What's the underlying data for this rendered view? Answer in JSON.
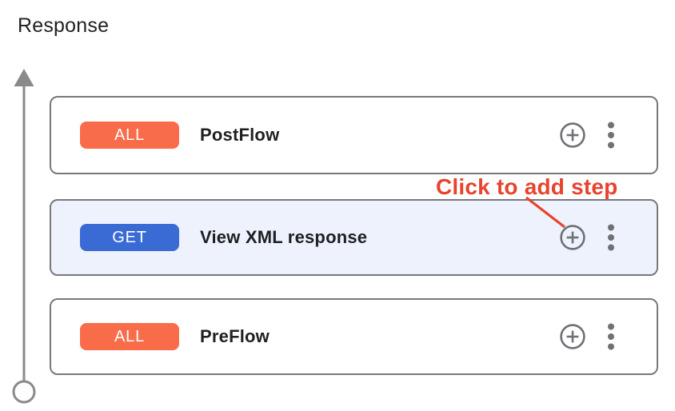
{
  "page": {
    "title": "Response"
  },
  "flow": {
    "cards": [
      {
        "method": "ALL",
        "label": "PostFlow",
        "badge_color": "#f96c4a",
        "selected": false
      },
      {
        "method": "GET",
        "label": "View XML response",
        "badge_color": "#3a6bd5",
        "selected": true
      },
      {
        "method": "ALL",
        "label": "PreFlow",
        "badge_color": "#f96c4a",
        "selected": false
      }
    ],
    "icons": {
      "add_step": "plus-in-circle",
      "more_options": "vertical-kebab-dots"
    }
  },
  "annotation": {
    "text": "Click to add step",
    "color": "#e8432d"
  },
  "colors": {
    "card_border": "#77787b",
    "selected_card_bg": "#edf2fc",
    "connector_gray": "#8a8a8a",
    "icon_gray": "#6e7175",
    "title_text": "#212121",
    "card_text": "#1f2023",
    "badge_text": "#ffffff"
  }
}
